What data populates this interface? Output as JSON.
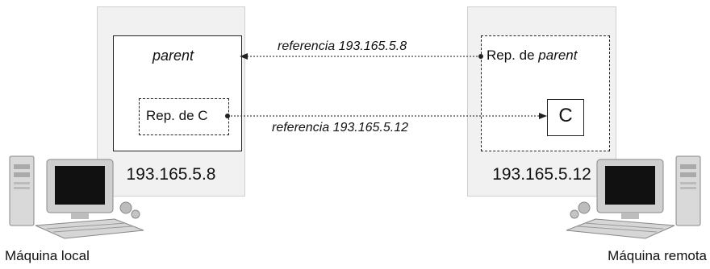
{
  "local_host": {
    "ip": "193.165.5.8"
  },
  "remote_host": {
    "ip": "193.165.5.12"
  },
  "objects": {
    "parent": "parent",
    "rep_c": "Rep. de C",
    "rep_parent_prefix": "Rep. de",
    "rep_parent_name": "parent",
    "c": "C"
  },
  "references": {
    "to_parent": "referencia 193.165.5.8",
    "to_c": "referencia 193.165.5.12"
  },
  "machines": {
    "local": "Máquina local",
    "remote": "Máquina remota"
  },
  "icons": [
    "computer-icon",
    "computer-icon"
  ]
}
